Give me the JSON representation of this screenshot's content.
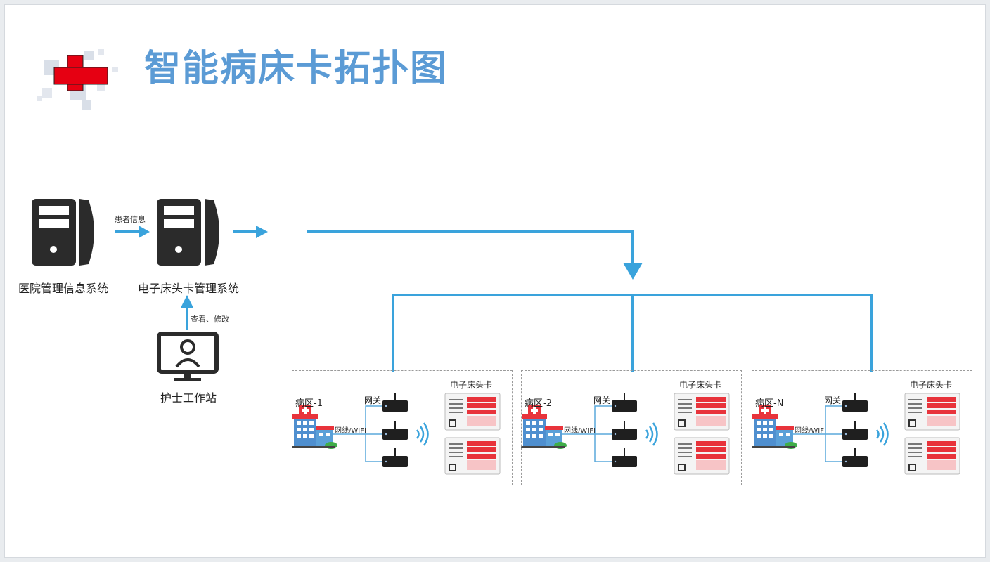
{
  "title": "智能病床卡拓扑图",
  "nodes": {
    "his": "医院管理信息系统",
    "ebcms": "电子床头卡管理系统",
    "nurse": "护士工作站"
  },
  "edges": {
    "patient_info": "患者信息",
    "view_modify": "查看、修改"
  },
  "zones": [
    {
      "name": "病区-1",
      "gateway": "网关",
      "link": "网线/WIFI",
      "cards": "电子床头卡"
    },
    {
      "name": "病区-2",
      "gateway": "网关",
      "link": "网线/WIFI",
      "cards": "电子床头卡"
    },
    {
      "name": "病区-N",
      "gateway": "网关",
      "link": "网线/WIFI",
      "cards": "电子床头卡"
    }
  ],
  "colors": {
    "title": "#5b9bd5",
    "connector": "#3aa3dc",
    "icon": "#2b2b2b",
    "cross": "#e60012",
    "card_red": "#e8333b"
  }
}
